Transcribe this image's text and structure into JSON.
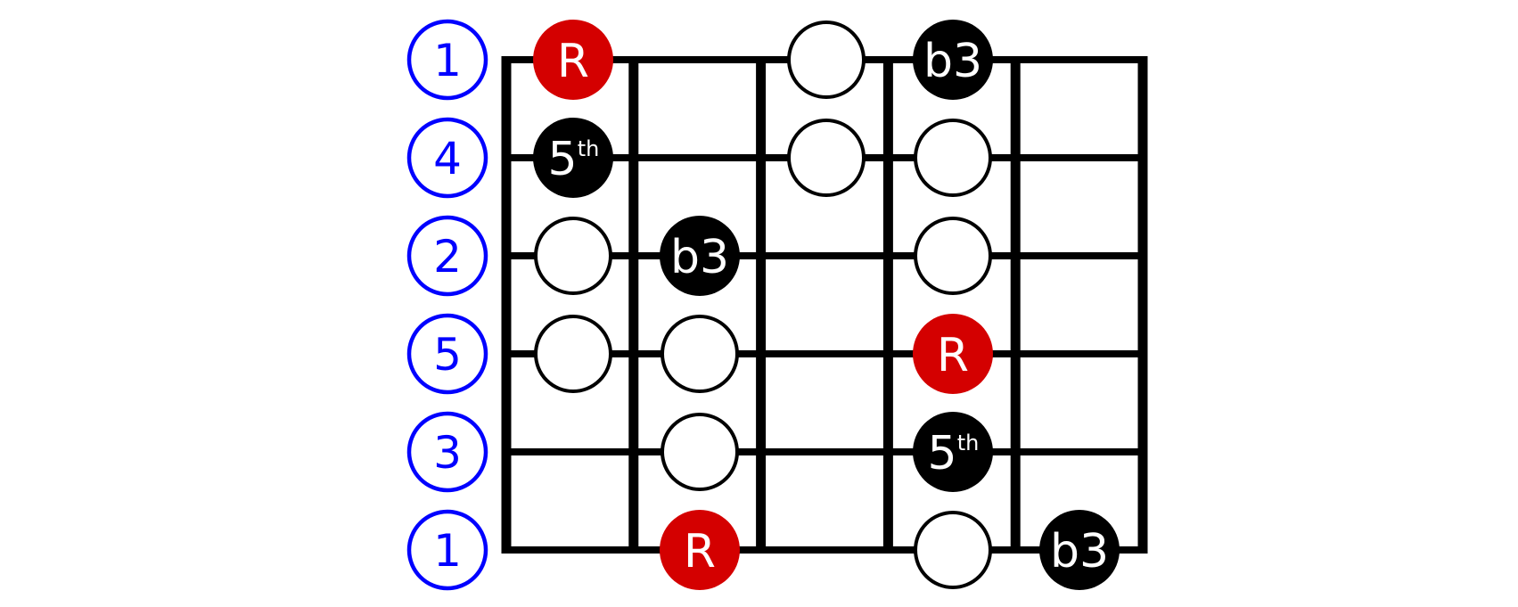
{
  "colors": {
    "background": "#ffffff",
    "grid": "#000000",
    "string_label": "#0000ff",
    "root_fill": "#d40000",
    "interval_fill": "#000000",
    "open_fill": "#ffffff",
    "note_text": "#ffffff"
  },
  "diagram": {
    "frets_shown": 5,
    "string_labels": [
      "1",
      "4",
      "2",
      "5",
      "3",
      "1"
    ],
    "notes": [
      {
        "string": 1,
        "fret": 0,
        "kind": "root",
        "label": "R"
      },
      {
        "string": 1,
        "fret": 2,
        "kind": "open",
        "label": ""
      },
      {
        "string": 1,
        "fret": 3,
        "kind": "interval",
        "label": "b3"
      },
      {
        "string": 2,
        "fret": 0,
        "kind": "interval",
        "label": "5",
        "sup": "th"
      },
      {
        "string": 2,
        "fret": 2,
        "kind": "open",
        "label": ""
      },
      {
        "string": 2,
        "fret": 3,
        "kind": "open",
        "label": ""
      },
      {
        "string": 3,
        "fret": 0,
        "kind": "open",
        "label": ""
      },
      {
        "string": 3,
        "fret": 1,
        "kind": "interval",
        "label": "b3"
      },
      {
        "string": 3,
        "fret": 3,
        "kind": "open",
        "label": ""
      },
      {
        "string": 4,
        "fret": 0,
        "kind": "open",
        "label": ""
      },
      {
        "string": 4,
        "fret": 1,
        "kind": "open",
        "label": ""
      },
      {
        "string": 4,
        "fret": 3,
        "kind": "root",
        "label": "R"
      },
      {
        "string": 5,
        "fret": 1,
        "kind": "open",
        "label": ""
      },
      {
        "string": 5,
        "fret": 3,
        "kind": "interval",
        "label": "5",
        "sup": "th"
      },
      {
        "string": 6,
        "fret": 1,
        "kind": "root",
        "label": "R"
      },
      {
        "string": 6,
        "fret": 3,
        "kind": "open",
        "label": ""
      },
      {
        "string": 6,
        "fret": 4,
        "kind": "interval",
        "label": "b3"
      }
    ]
  }
}
